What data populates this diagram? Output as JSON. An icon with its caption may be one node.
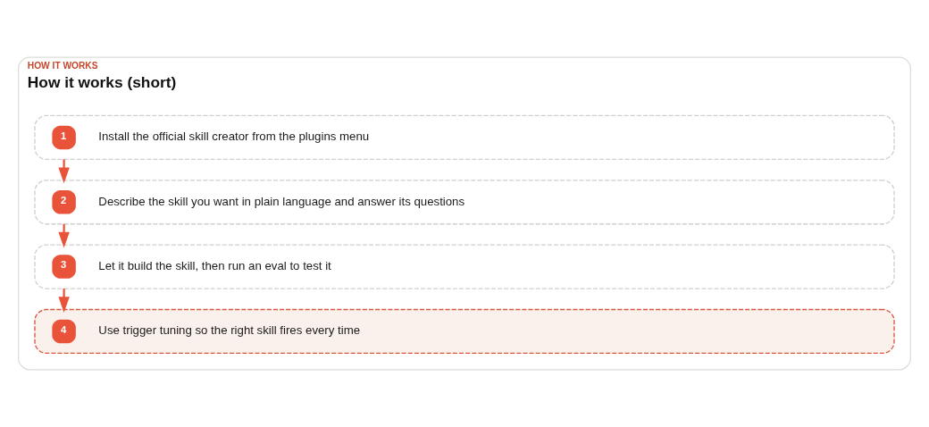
{
  "diagram": {
    "nodes": [
      {
        "text": [
          "HOW IT WORKS",
          "How it works (short)"
        ]
      },
      {
        "text": [
          "1",
          "Install the official skill creator from the plugins menu"
        ],
        "in": 0
      },
      {
        "text": [
          "2",
          "Describe the skill you want in plain language and answer its questions"
        ],
        "in": 0
      },
      {
        "text": [
          "3",
          "Let it build the skill, then run an eval to test it"
        ],
        "in": 0
      },
      {
        "text": [
          "4",
          "Use trigger tuning so the right skill fires every time"
        ],
        "in": 0
      }
    ],
    "edges": [
      {
        "from": 1,
        "to": 2,
        "arrow": "to"
      },
      {
        "from": 2,
        "to": 3,
        "arrow": "to"
      },
      {
        "from": 3,
        "to": 4,
        "arrow": "to"
      }
    ]
  }
}
